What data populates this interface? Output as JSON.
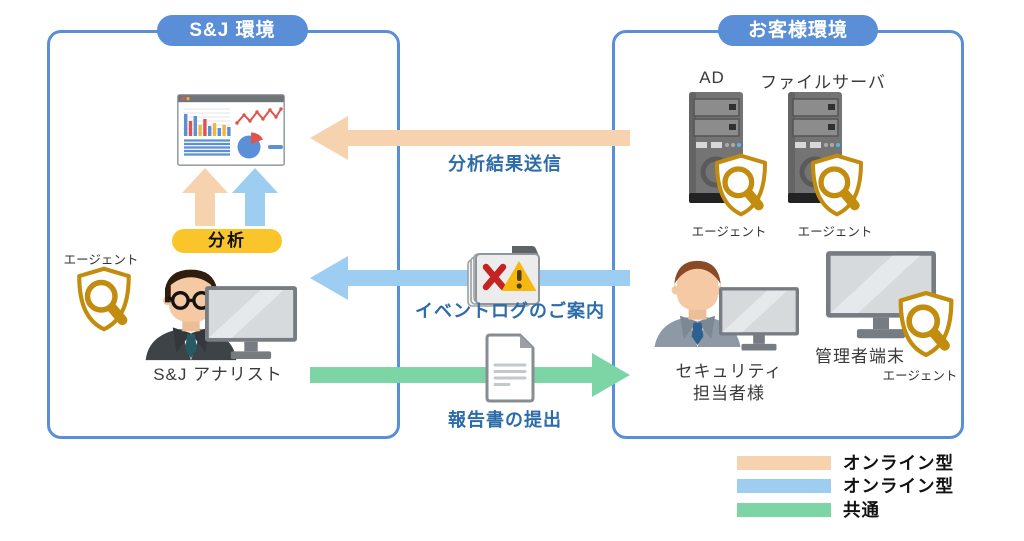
{
  "left_box": {
    "title": "S&J 環境",
    "agent_label": "エージェント",
    "analysis_label": "分析",
    "analyst_label": "S&J アナリスト"
  },
  "right_box": {
    "title": "お客様環境",
    "server1_label": "AD",
    "server2_label": "ファイルサーバ",
    "server1_agent_label": "エージェント",
    "server2_agent_label": "エージェント",
    "security_label_line1": "セキュリティ",
    "security_label_line2": "担当者様",
    "admin_terminal_label": "管理者端末",
    "admin_agent_label": "エージェント"
  },
  "flows": [
    {
      "label": "分析結果送信",
      "direction": "right-to-left",
      "color": "#f6d3ae"
    },
    {
      "label": "イベントログのご案内",
      "direction": "right-to-left",
      "color": "#9ecdf2"
    },
    {
      "label": "報告書の提出",
      "direction": "left-to-right",
      "color": "#7dd5a6"
    }
  ],
  "legend": [
    {
      "label": "オンライン型",
      "color": "#f6d3ae"
    },
    {
      "label": "オンライン型",
      "color": "#9ecdf2"
    },
    {
      "label": "共通",
      "color": "#7dd5a6"
    }
  ],
  "colors": {
    "box_border": "#5a8fd8",
    "header_pill": "#5a8fd8",
    "analysis_pill": "#f9c52b",
    "flow_label_text": "#2d6ca8",
    "agent_shield_gold": "#c28d0e"
  }
}
